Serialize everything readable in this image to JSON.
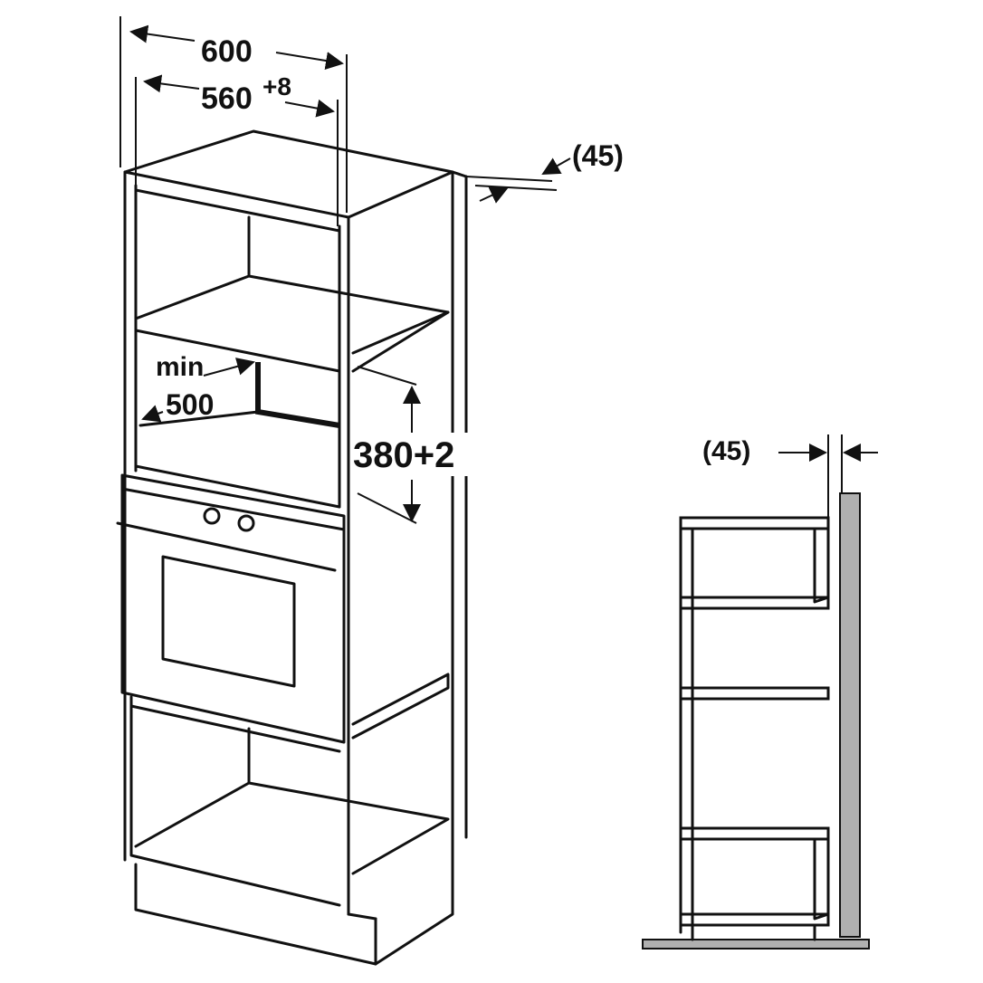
{
  "diagram": {
    "dimensions": {
      "overall_width": "600",
      "niche_width": "560",
      "niche_width_tolerance": "+8",
      "rear_gap_top": "(45)",
      "min_label": "min",
      "min_depth": "500",
      "niche_height": "380+2",
      "rear_gap_side": "(45)"
    },
    "colors": {
      "line": "#111111",
      "wall": "#b0b0b0"
    }
  }
}
